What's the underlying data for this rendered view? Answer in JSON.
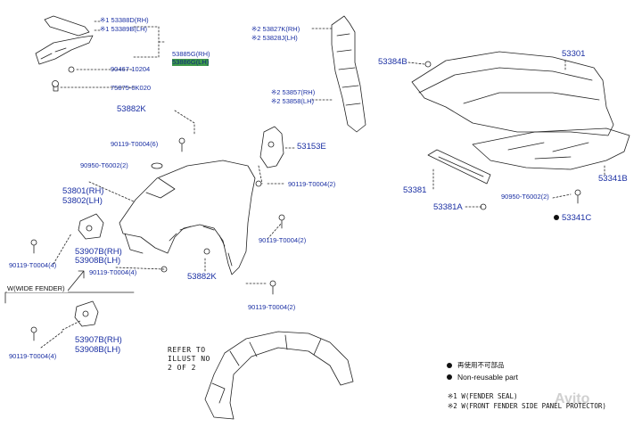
{
  "callouts": {
    "p53388D": "※1 53388D(RH)",
    "p53389B": "※1 53389B(LH)",
    "p53885G": "53885G(RH)",
    "p53886G": "53886G(LH)",
    "p90467": "90467-10204",
    "p75875": "75875-0K020",
    "p53882K_top": "53882K",
    "p90119_6": "90119-T0004(6)",
    "p90950_2": "90950-T6002(2)",
    "p53801": "53801(RH)",
    "p53802": "53802(LH)",
    "p90119_4a": "90119-T0004(4)",
    "p53907B": "53907B(RH)",
    "p53908B": "53908B(LH)",
    "p90119_4b": "90119-T0004(4)",
    "p53882K_bottom": "53882K",
    "p90119_2a": "90119-T0004(2)",
    "p90119_2b": "90119-T0004(2)",
    "p90119_2c": "90119-T0004(2)",
    "p53827K": "※2 53827K(RH)",
    "p53828J": "※2 53828J(LH)",
    "p53857": "※2 53857(RH)",
    "p53858": "※2 53858(LH)",
    "p53153E": "53153E",
    "p53384B": "53384B",
    "p53301": "53301",
    "p53341B": "53341B",
    "p53381": "53381",
    "p53381A": "53381A",
    "p90950_2b": "90950-T6002(2)",
    "p53341C": "53341C",
    "wide_title": "W(WIDE FENDER)",
    "p90119_4c": "90119-T0004(4)",
    "p53907B_w": "53907B(RH)",
    "p53908B_w": "53908B(LH)"
  },
  "refer_note": [
    "REFER TO",
    "ILLUST NO",
    "2 OF 2"
  ],
  "legend": {
    "reusable": "再使用不可部品",
    "non_reusable": "Non-reusable part",
    "note1": "※1 W(FENDER SEAL)",
    "note2": "※2 W(FRONT FENDER SIDE PANEL PROTECTOR)"
  },
  "watermark": "Avito",
  "colors": {
    "label": "#1a2fa3",
    "line": "#222222",
    "highlight": "#3e9a4a"
  }
}
